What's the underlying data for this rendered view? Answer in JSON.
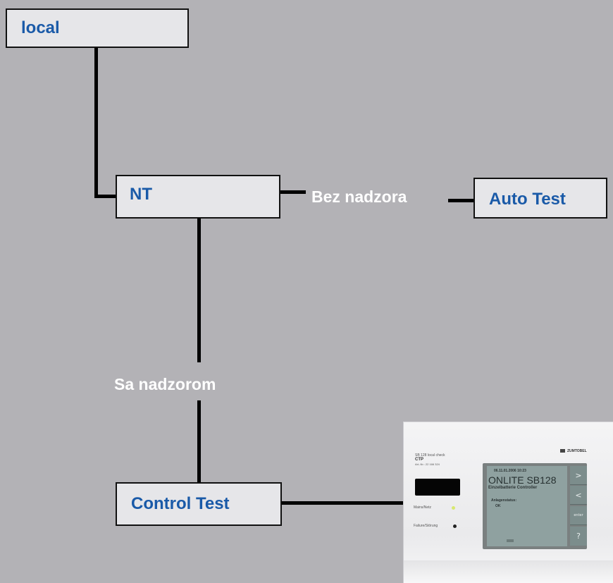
{
  "nodes": {
    "local": "local",
    "nt": "NT",
    "auto_test": "Auto Test",
    "control_test": "Control Test"
  },
  "edges": {
    "bez_nadzora": "Bez nadzora",
    "sa_nadzorom": "Sa nadzorom"
  },
  "device": {
    "model_line": "SB 128 local check",
    "ctp": "CTP",
    "art_no": "Art.-Nr.: 22 166 324",
    "brand": "ZUMTOBEL",
    "mains_label": "Mains/Netz",
    "failure_label": "Failure/Störung",
    "screen": {
      "datetime": "06.11.01.2006   10:23",
      "title": "ONLITE SB128",
      "subtitle": "Einzelbatterie Controller",
      "status_label": "Anlagenstatus:",
      "status_value": "OK"
    },
    "buttons": [
      ">",
      "<",
      "enter",
      "?"
    ]
  },
  "colors": {
    "background": "#b3b2b6",
    "box_fill": "#e6e6e9",
    "node_text": "#1a5aa8",
    "edge_label_text": "#ffffff",
    "line": "#000000"
  }
}
